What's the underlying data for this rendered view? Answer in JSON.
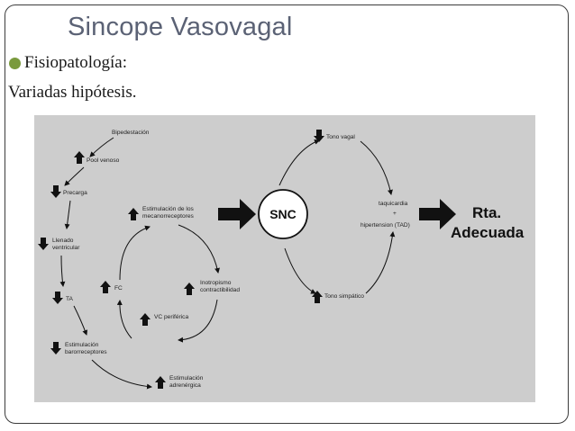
{
  "slide": {
    "title": "Sincope Vasovagal",
    "bullet": "Fisiopatología:",
    "subtext": "Variadas hipótesis."
  },
  "diagram": {
    "left_chain": {
      "bipedestacion": "Bipedestación",
      "pool_venoso": "Pool venoso",
      "precarga": "Precarga",
      "llenado_1": "Llenado",
      "llenado_2": "ventricular",
      "ta": "TA",
      "estim_baro_1": "Estimulación",
      "estim_baro_2": "barorreceptores",
      "estim_adren_1": "Estimulación",
      "estim_adren_2": "adrenérgica"
    },
    "loop": {
      "mecano_1": "Estimulación de los",
      "mecano_2": "mecanorreceptores",
      "fc": "FC",
      "inotropismo_1": "Inotropismo",
      "inotropismo_2": "contractibilidad",
      "vc": "VC periférica"
    },
    "snc": "SNC",
    "right": {
      "tono_vagal": "Tono vagal",
      "tono_simpatico": "Tono simpático",
      "taquicardia": "taquicardia",
      "plus": "+",
      "hipertension": "hipertension (TAD)"
    },
    "result_1": "Rta.",
    "result_2": "Adecuada"
  },
  "colors": {
    "title": "#5b6275",
    "bullet": "#7a9a3d",
    "diagram_bg": "#cdcdcd",
    "ink": "#111111"
  }
}
